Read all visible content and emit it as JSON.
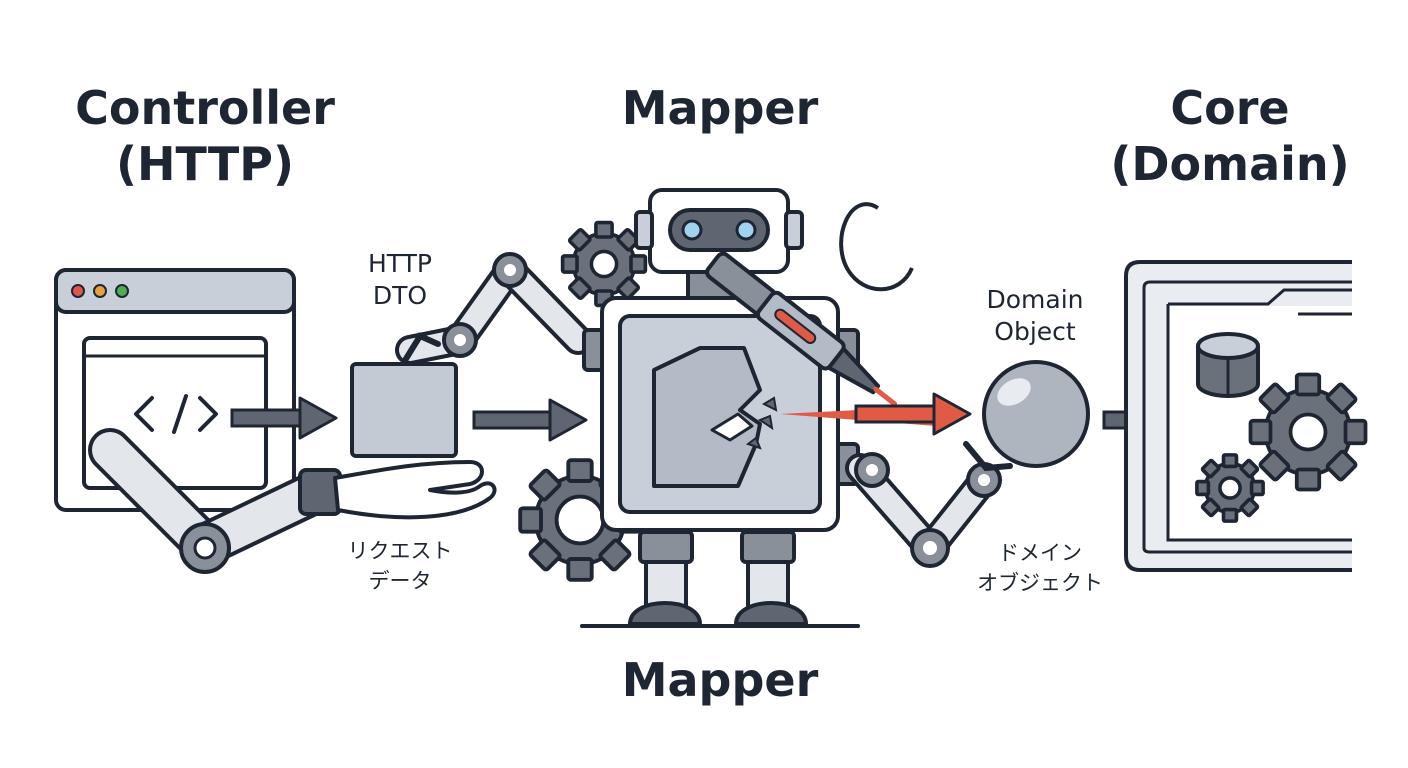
{
  "titles": {
    "controller": [
      "Controller",
      "(HTTP)"
    ],
    "mapper_top": "Mapper",
    "core": [
      "Core",
      "(Domain)"
    ],
    "mapper_bottom": "Mapper"
  },
  "labels": {
    "http_dto": [
      "HTTP",
      "DTO"
    ],
    "domain_object": [
      "Domain",
      "Object"
    ],
    "request_data_jp": [
      "リクエスト",
      "データ"
    ],
    "domain_object_jp": [
      "ドメイン",
      "オブジェクト"
    ]
  },
  "icons": {
    "browser": "browser-window-icon",
    "code": "code-brackets-icon",
    "dto_box": "dto-box-icon",
    "robot": "mapper-robot-icon",
    "pen": "converter-pen-icon",
    "sphere": "domain-sphere-icon",
    "database": "database-icon",
    "gear": "gear-icon"
  },
  "colors": {
    "outline": "#1f2633",
    "gray_fill": "#c9cfd8",
    "dark_gray": "#5f6672",
    "accent_red": "#e05a46",
    "dot_red": "#e0574a",
    "dot_yellow": "#e6a23c",
    "dot_green": "#4caf50",
    "eye_blue": "#9fd3ef"
  }
}
